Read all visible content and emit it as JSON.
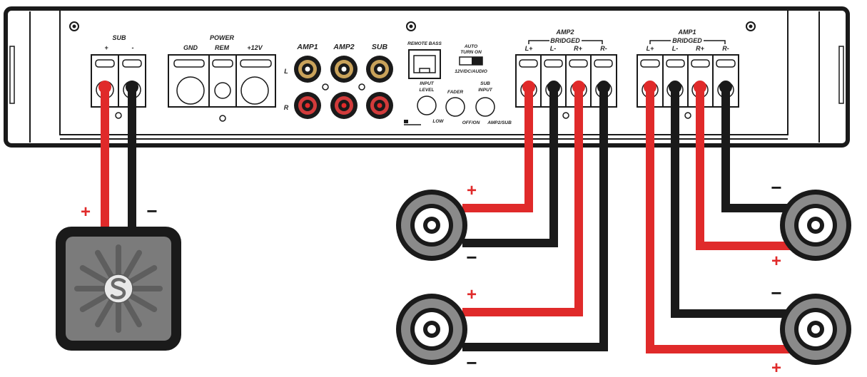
{
  "colors": {
    "positive": "#e02a2a",
    "negative": "#1a1a1a",
    "panel": "#ffffff",
    "speaker_grey": "#8a8a8a",
    "sub_grey": "#7b7b7b"
  },
  "terminals": {
    "sub": {
      "title": "SUB",
      "plus": "+",
      "minus": "-"
    },
    "power": {
      "title": "POWER",
      "gnd": "GND",
      "rem": "REM",
      "v12": "+12V"
    },
    "rca": {
      "amp1": "AMP1",
      "amp2": "AMP2",
      "sub": "SUB",
      "left": "L",
      "right": "R"
    },
    "remote_bass": "REMOTE BASS",
    "auto_turn_on": {
      "line1": "AUTO",
      "line2": "TURN ON",
      "line3": "12V/DC/AUDIO"
    },
    "input_level": {
      "line1": "INPUT",
      "line2": "LEVEL",
      "sub": "LOW"
    },
    "fader": {
      "line1": "FADER",
      "sub": "OFF/ON"
    },
    "sub_input": {
      "line1": "SUB",
      "line2": "INPUT",
      "sub": "AMP2/SUB"
    },
    "amp2": {
      "title": "AMP2",
      "bridged": "BRIDGED",
      "lp": "L+",
      "lm": "L-",
      "rp": "R+",
      "rm": "R-"
    },
    "amp1": {
      "title": "AMP1",
      "bridged": "BRIDGED",
      "lp": "L+",
      "lm": "L-",
      "rp": "R+",
      "rm": "R-"
    }
  },
  "polarity": {
    "plus": "+",
    "minus": "−"
  },
  "icons": {
    "subwoofer": "subwoofer-icon",
    "speaker": "speaker-icon",
    "amplifier": "amplifier-icon"
  }
}
